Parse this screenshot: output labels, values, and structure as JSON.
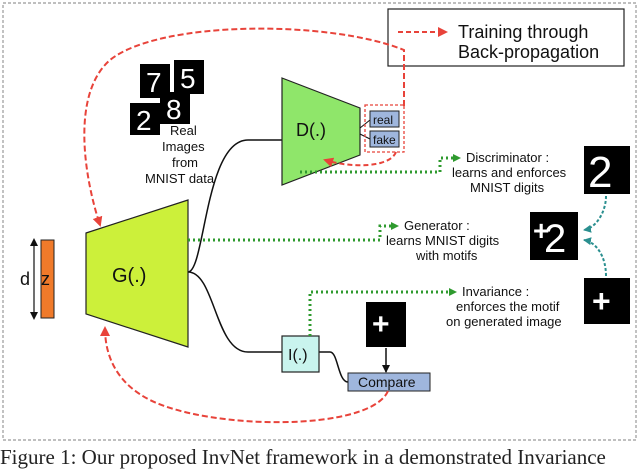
{
  "legend": {
    "label_line1": "Training through",
    "label_line2": "Back-propagation"
  },
  "latent": {
    "dim_label": "d",
    "vector_label": "z"
  },
  "generator": {
    "label": "G(.)"
  },
  "discriminator": {
    "label": "D(.)",
    "output_real": "real",
    "output_fake": "fake"
  },
  "invariance_net": {
    "label": "I(.)"
  },
  "compare": {
    "label": "Compare"
  },
  "mnist_source": {
    "line1": "Real",
    "line2": "Images",
    "line3": "from",
    "line4": "MNIST data",
    "digits": [
      "7",
      "5",
      "8",
      "2"
    ]
  },
  "annotations": {
    "discriminator": {
      "line1": "Discriminator :",
      "line2": "learns and enforces",
      "line3": "MNIST digits"
    },
    "generator": {
      "line1": "Generator :",
      "line2": "learns MNIST digits",
      "line3": "with motifs"
    },
    "invariance": {
      "line1": "Invariance :",
      "line2": "enforces the motif",
      "line3": "on generated image"
    }
  },
  "sample_images": {
    "discriminator_digit": "2",
    "generator_digit": "2",
    "motif_symbol": "+"
  },
  "caption": "Figure 1: Our proposed InvNet framework in a demonstrated Invariance",
  "colors": {
    "backprop_arrow": "#e8433a",
    "dotted_arrow": "#2e9a2e",
    "teal_arrow": "#2a8f8f",
    "generator_fill": "#ccf03a",
    "discriminator_fill": "#8fe66a",
    "invariance_fill": "#c9f4ee",
    "compare_fill": "#9fb6dd",
    "latent_fill": "#f07a2a",
    "frame": "#999999"
  }
}
